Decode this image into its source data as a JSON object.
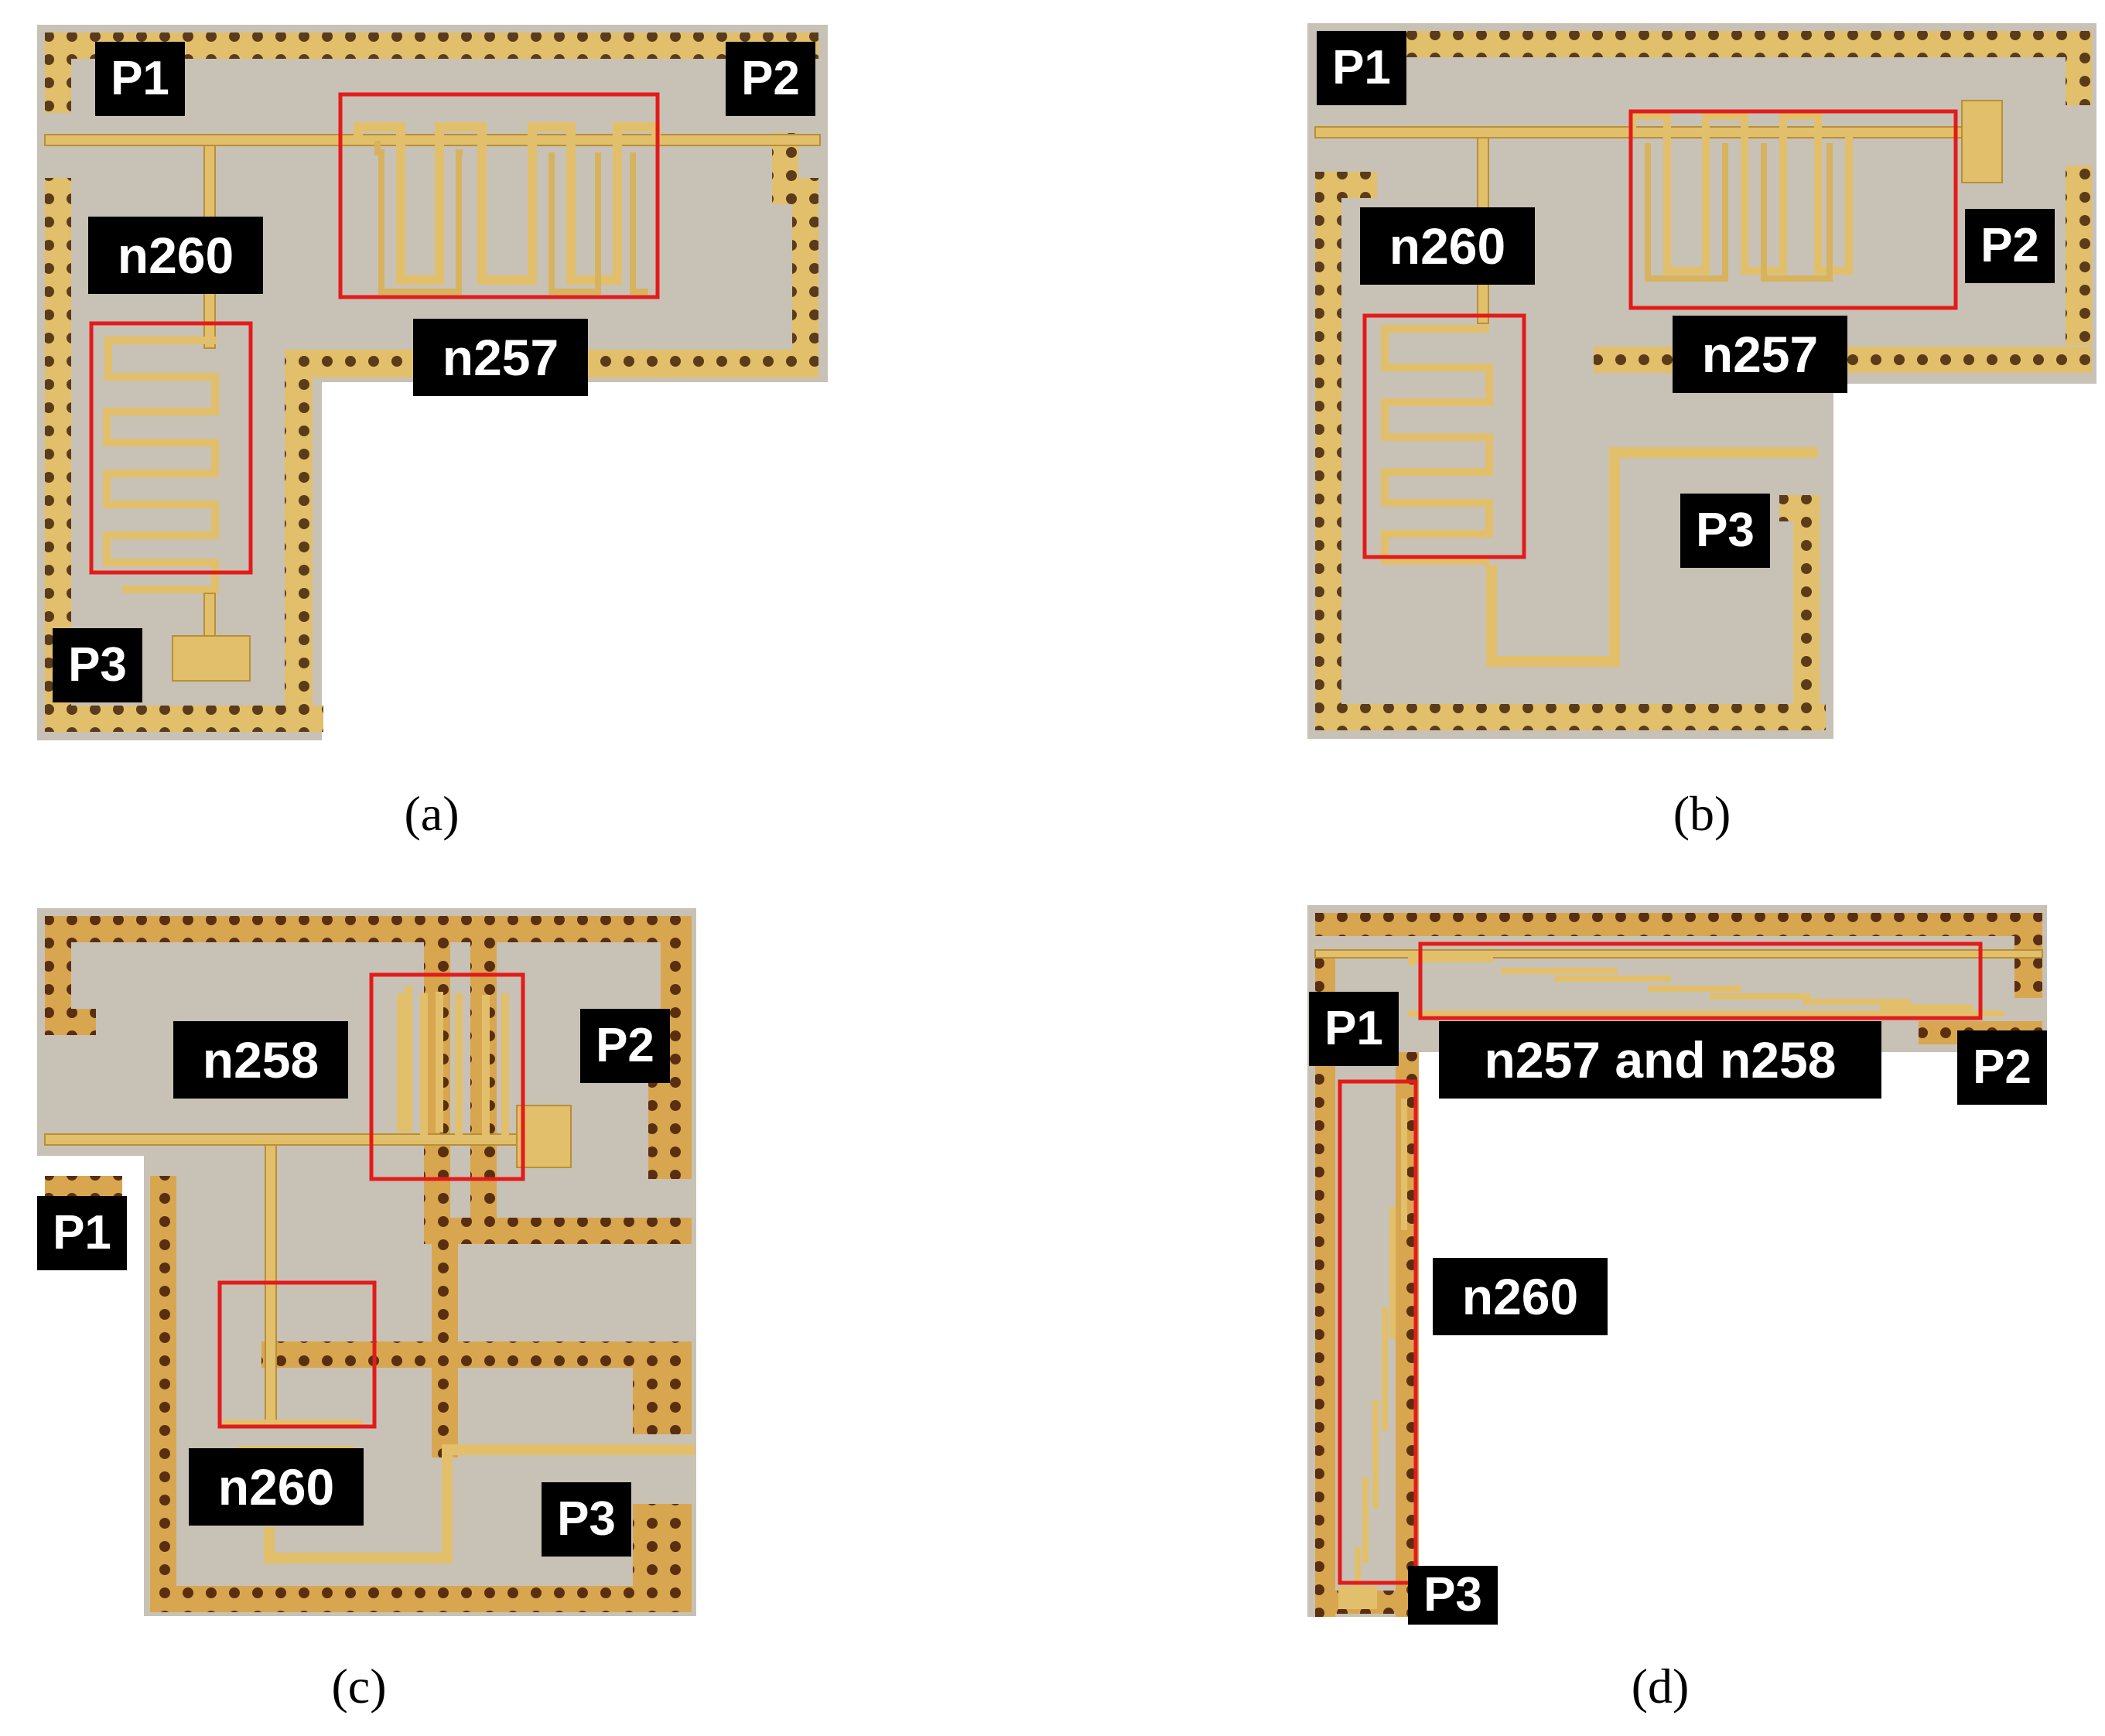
{
  "panels": [
    {
      "caption": "(a)",
      "labels": {
        "p1": "P1",
        "p2": "P2",
        "p3": "P3",
        "n260": "n260",
        "n257": "n257"
      }
    },
    {
      "caption": "(b)",
      "labels": {
        "p1": "P1",
        "p2": "P2",
        "p3": "P3",
        "n260": "n260",
        "n257": "n257"
      }
    },
    {
      "caption": "(c)",
      "labels": {
        "p1": "P1",
        "p2": "P2",
        "p3": "P3",
        "n258": "n258",
        "n260": "n260"
      }
    },
    {
      "caption": "(d)",
      "labels": {
        "p1": "P1",
        "p2": "P2",
        "p3": "P3",
        "n257_n258": "n257 and n258",
        "n260": "n260"
      }
    }
  ],
  "colors": {
    "substrate": "#c8c1b6",
    "metal": "#e2bf6a",
    "metal_edge": "#b98f36",
    "via": "#5c3b1a",
    "highlight_box": "#e31b1b",
    "label_bg": "#000000",
    "label_text": "#ffffff"
  }
}
